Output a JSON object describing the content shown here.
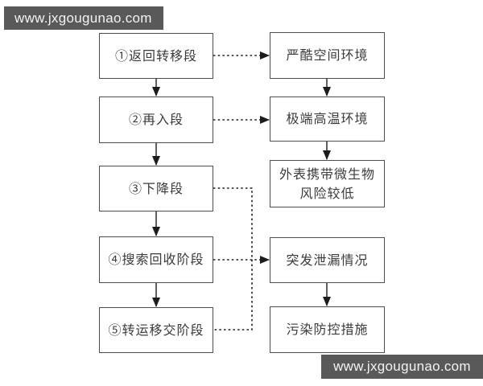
{
  "watermark": {
    "top": "www.jxgougunao.com",
    "bottom": "www.jxgougunao.com"
  },
  "left_column": [
    {
      "label": "①返回转移段"
    },
    {
      "label": "②再入段"
    },
    {
      "label": "③下降段"
    },
    {
      "label": "④搜索回收阶段"
    },
    {
      "label": "⑤转运移交阶段"
    }
  ],
  "right_column": [
    {
      "label": "严酷空间环境"
    },
    {
      "label": "极端高温环境"
    },
    {
      "label": "外表携带微生物\n风险较低"
    },
    {
      "label": "突发泄漏情况"
    },
    {
      "label": "污染防控措施"
    }
  ],
  "connections": {
    "solid_down_left": [
      "①→②",
      "②→③",
      "③→④",
      "④→⑤"
    ],
    "solid_down_right": [
      "严酷空间环境→极端高温环境",
      "极端高温环境→外表携带微生物风险较低",
      "突发泄漏情况→污染防控措施"
    ],
    "dashed": [
      "①返回转移段→严酷空间环境",
      "②再入段→极端高温环境",
      "③下降段→突发泄漏情况",
      "④搜索回收阶段→突发泄漏情况",
      "⑤转运移交阶段→突发泄漏情况"
    ]
  },
  "colors": {
    "background": "#ffffff",
    "box_border": "#4d4d4d",
    "box_fill": "#ffffff",
    "text": "#3b3b3b",
    "arrow": "#222222",
    "watermark_bg": "#595959",
    "watermark_text": "#f3f3f3"
  }
}
